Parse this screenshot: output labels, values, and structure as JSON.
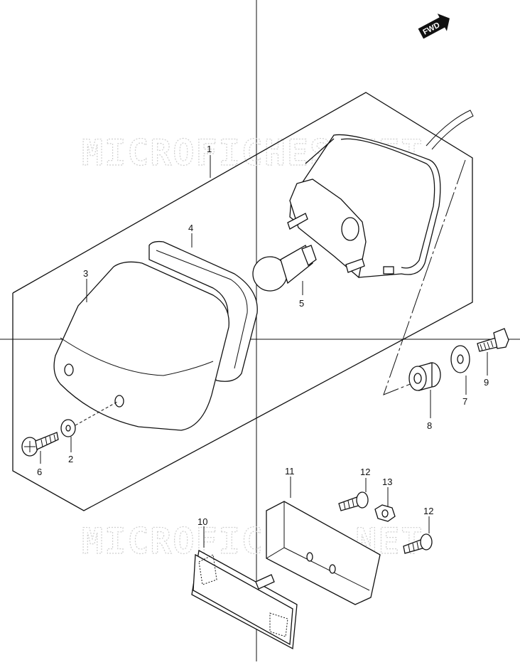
{
  "watermark": "MICROFICHES.NET",
  "direction_badge": "FWD",
  "callouts": [
    "1",
    "2",
    "3",
    "4",
    "5",
    "6",
    "7",
    "8",
    "9",
    "10",
    "11",
    "12",
    "12",
    "13"
  ]
}
